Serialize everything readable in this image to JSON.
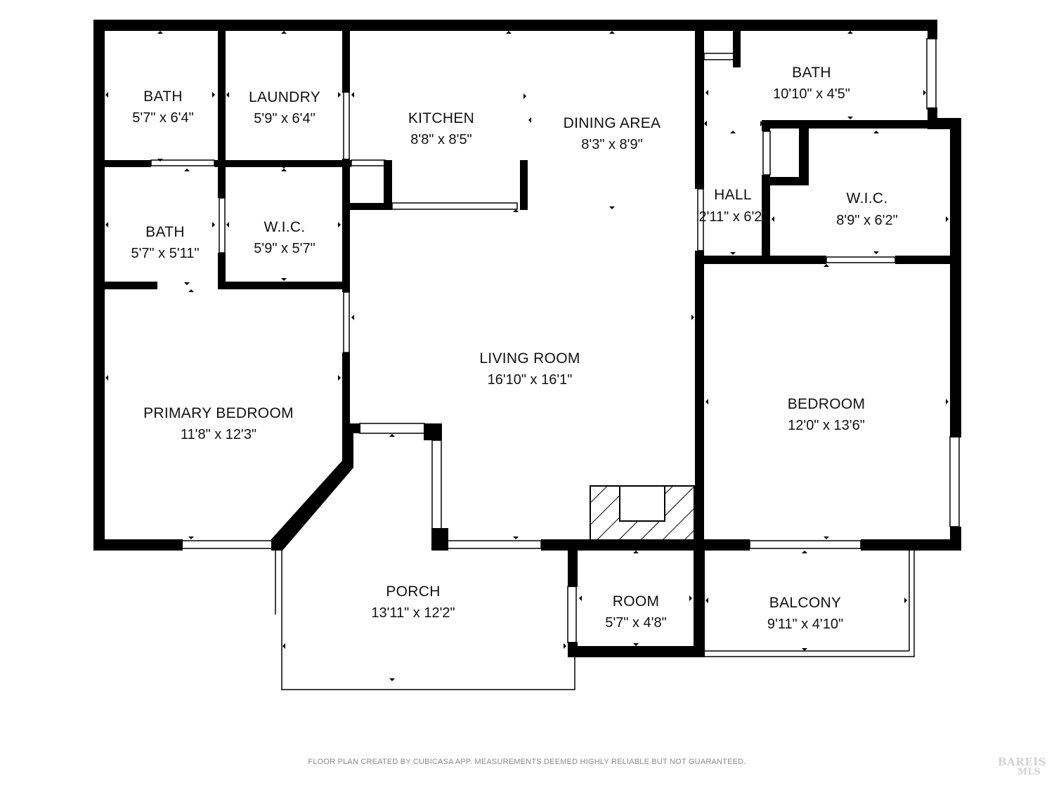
{
  "rooms": {
    "bath_1": {
      "name": "BATH",
      "dims": "5'7\" x 6'4\""
    },
    "laundry": {
      "name": "LAUNDRY",
      "dims": "5'9\" x 6'4\""
    },
    "kitchen": {
      "name": "KITCHEN",
      "dims": "8'8\" x 8'5\""
    },
    "dining_area": {
      "name": "DINING AREA",
      "dims": "8'3\" x 8'9\""
    },
    "bath_3": {
      "name": "BATH",
      "dims": "10'10\" x 4'5\""
    },
    "bath_2": {
      "name": "BATH",
      "dims": "5'7\" x 5'11\""
    },
    "wic_1": {
      "name": "W.I.C.",
      "dims": "5'9\" x 5'7\""
    },
    "hall": {
      "name": "HALL",
      "dims": "2'11\" x 6'2\""
    },
    "wic_2": {
      "name": "W.I.C.",
      "dims": "8'9\" x 6'2\""
    },
    "living_room": {
      "name": "LIVING ROOM",
      "dims": "16'10\" x 16'1\""
    },
    "primary_bedroom": {
      "name": "PRIMARY BEDROOM",
      "dims": "11'8\" x 12'3\""
    },
    "bedroom": {
      "name": "BEDROOM",
      "dims": "12'0\" x 13'6\""
    },
    "porch": {
      "name": "PORCH",
      "dims": "13'11\" x 12'2\""
    },
    "room": {
      "name": "ROOM",
      "dims": "5'7\" x 4'8\""
    },
    "balcony": {
      "name": "BALCONY",
      "dims": "9'11\" x 4'10\""
    }
  },
  "footer": {
    "disclaimer": "FLOOR PLAN CREATED BY CUBICASA APP. MEASUREMENTS DEEMED HIGHLY RELIABLE BUT NOT GUARANTEED.",
    "logo_line1": "BAREIS",
    "logo_line2": "MLS"
  },
  "colors": {
    "wall": "#000000",
    "background": "#ffffff",
    "text": "#111111",
    "disclaimer": "#8a8a8a"
  }
}
